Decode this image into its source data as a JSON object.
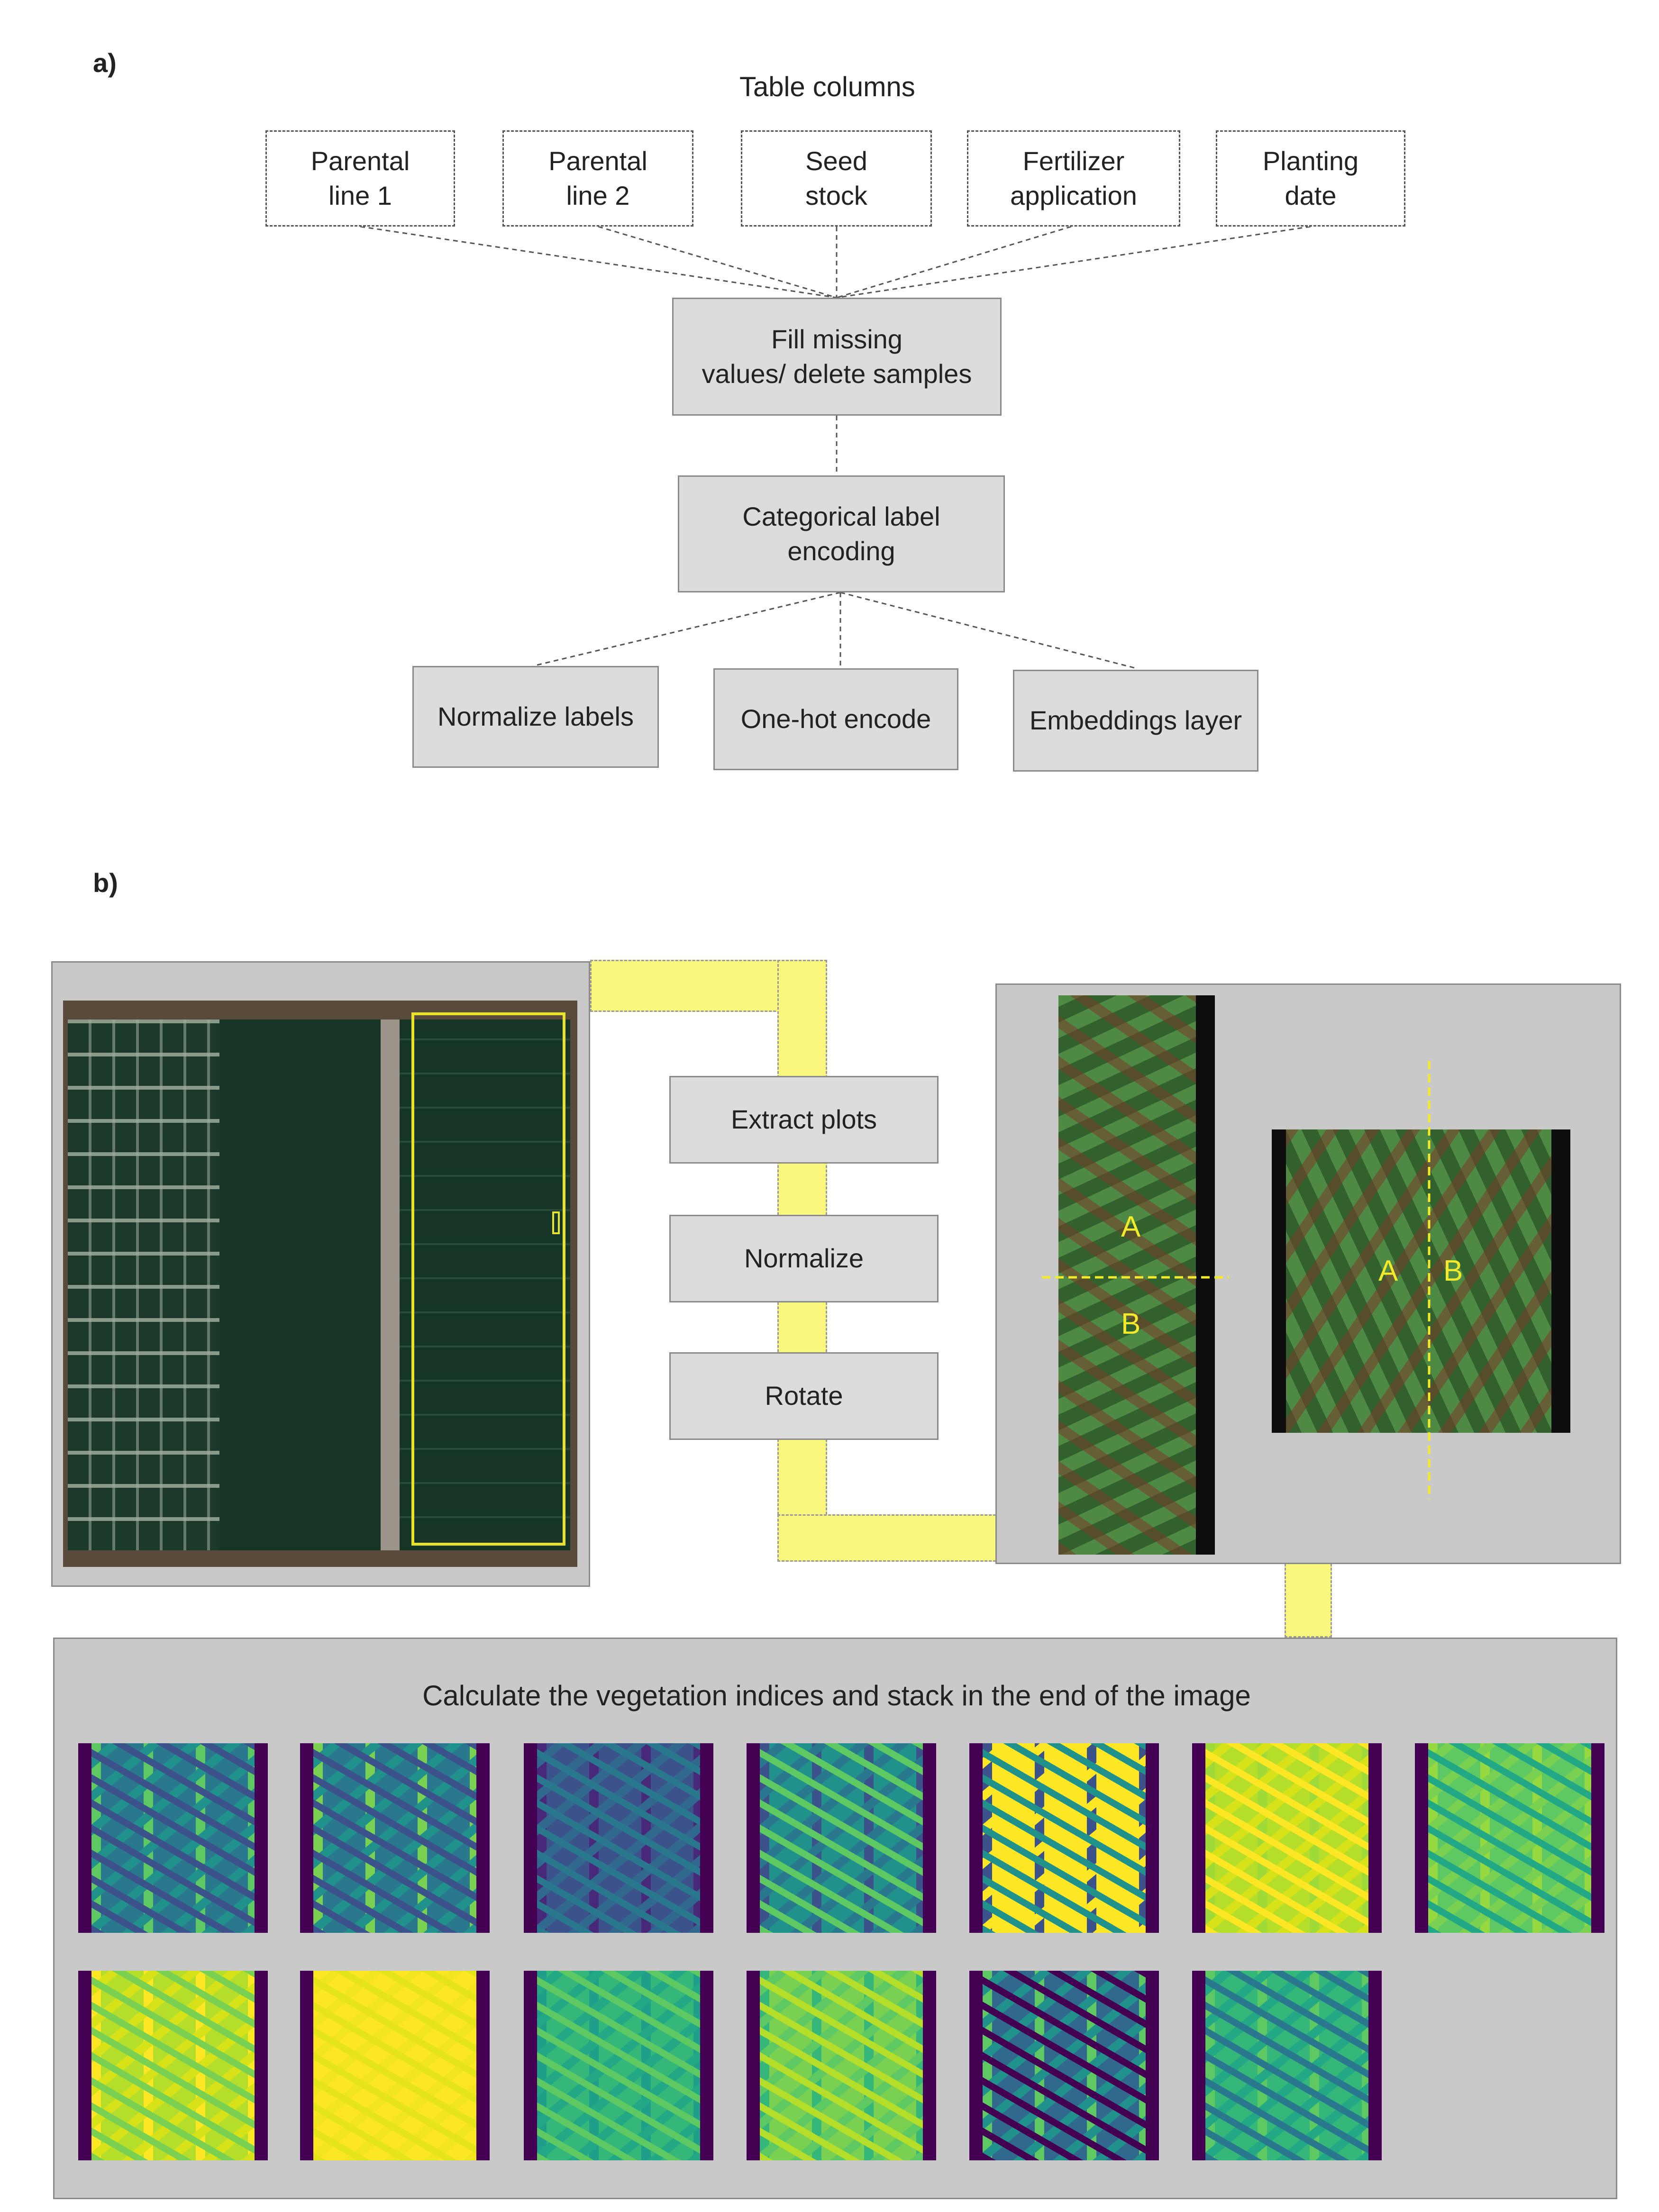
{
  "panel_a": {
    "label": "a)",
    "title": "Table columns",
    "columns": [
      "Parental\nline 1",
      "Parental\nline 2",
      "Seed\nstock",
      "Fertilizer\napplication",
      "Planting\ndate"
    ],
    "fill_step": "Fill missing\nvalues/ delete samples",
    "encode_step": "Categorical label\nencoding",
    "outputs": [
      "Normalize labels",
      "One-hot encode",
      "Embeddings layer"
    ]
  },
  "panel_b": {
    "label": "b)",
    "steps": [
      "Extract plots",
      "Normalize",
      "Rotate"
    ],
    "split_labels": [
      "A",
      "B",
      "A",
      "B"
    ],
    "vi_caption": "Calculate the vegetation indices and stack in the end of the image",
    "vi_tile_count": 13
  },
  "colors": {
    "panel_gray": "#c9c9c9",
    "box_gray": "#dcdcdc",
    "highlight_yellow": "#f9f77e",
    "viridis_dark": "#440154",
    "viridis_yellow": "#fde725",
    "field_green": "#1f3a2c"
  }
}
